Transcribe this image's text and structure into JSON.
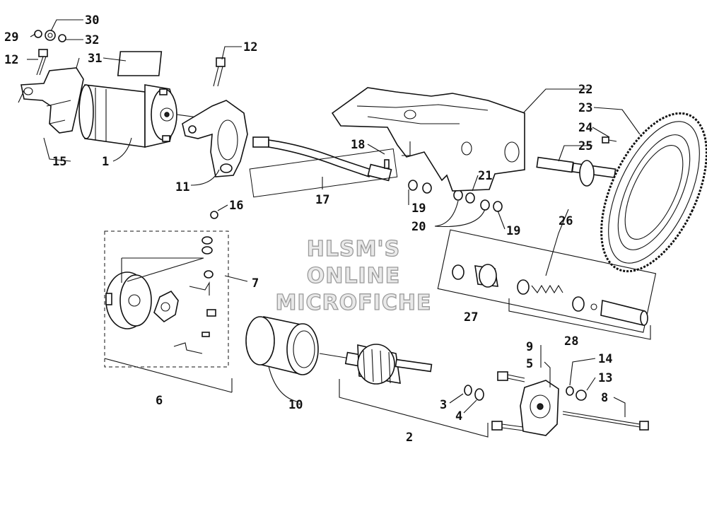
{
  "watermark": {
    "line1": "HLSM'S",
    "line2": "ONLINE",
    "line3": "MICROFICHE"
  },
  "callouts": {
    "c1": "1",
    "c2": "2",
    "c3": "3",
    "c4": "4",
    "c5": "5",
    "c6": "6",
    "c7": "7",
    "c8": "8",
    "c9": "9",
    "c10": "10",
    "c11": "11",
    "c12a": "12",
    "c12b": "12",
    "c13": "13",
    "c14": "14",
    "c15": "15",
    "c16": "16",
    "c17": "17",
    "c18": "18",
    "c19a": "19",
    "c19b": "19",
    "c20": "20",
    "c21": "21",
    "c22": "22",
    "c23": "23",
    "c24": "24",
    "c25": "25",
    "c26": "26",
    "c27": "27",
    "c28": "28",
    "c29": "29",
    "c30": "30",
    "c31": "31",
    "c32": "32"
  }
}
